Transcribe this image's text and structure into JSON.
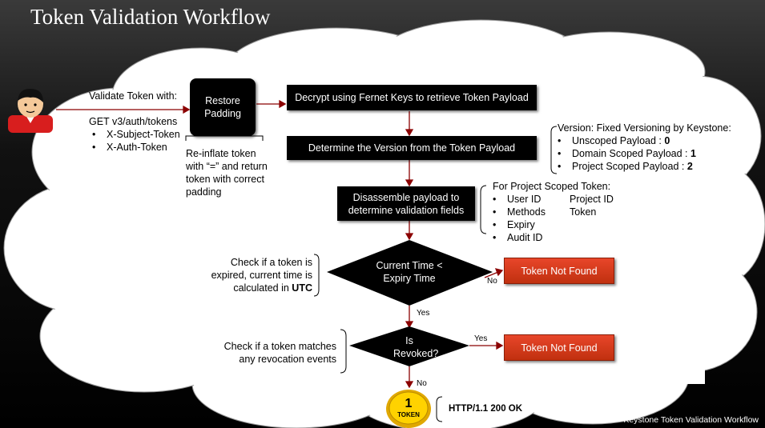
{
  "title": "Token Validation Workflow",
  "request": {
    "heading": "Validate Token with:",
    "endpoint": "GET v3/auth/tokens",
    "headers": [
      "X-Subject-Token",
      "X-Auth-Token"
    ]
  },
  "restore": {
    "box": "Restore Padding",
    "note_lines": [
      "Re-inflate token",
      "with “=” and return",
      "token with correct",
      "padding"
    ]
  },
  "steps": {
    "decrypt": "Decrypt using Fernet Keys to retrieve Token Payload",
    "version": "Determine the Version from the Token Payload",
    "disassemble": "Disassemble payload to determine validation fields"
  },
  "version_note": {
    "heading": "Version: Fixed Versioning by Keystone:",
    "items": [
      {
        "label": "Unscoped Payload : ",
        "value": "0"
      },
      {
        "label": "Domain Scoped Payload : ",
        "value": "1"
      },
      {
        "label": "Project Scoped Payload : ",
        "value": "2"
      }
    ]
  },
  "fields_note": {
    "heading": "For Project Scoped Token:",
    "col1": [
      "User ID",
      "Methods",
      "Audit ID"
    ],
    "col2": [
      "Project ID",
      "Token"
    ],
    "extra": "Expiry"
  },
  "decisions": {
    "expiry": "Current Time < Expiry Time",
    "revoked": "Is Revoked?"
  },
  "expiry_note": {
    "line1": "Check if a token is",
    "line2": "expired, current time is",
    "line3_prefix": "calculated in ",
    "line3_bold": "UTC"
  },
  "revoke_note": [
    "Check if a token matches",
    "any revocation events"
  ],
  "outcomes": {
    "not_found_1": "Token Not Found",
    "not_found_2": "Token Not Found",
    "success": "HTTP/1.1 200 OK"
  },
  "edge_labels": {
    "no1": "No",
    "yes1": "Yes",
    "yes2": "Yes",
    "no2": "No"
  },
  "token_icon": {
    "number": "1",
    "word": "TOKEN"
  },
  "footer": "Fernet – Keystone Token Validation Workflow",
  "colors": {
    "arrow": "#8b0000",
    "box": "#000000",
    "outcome": "#d9401f",
    "coin": "#f5c400"
  }
}
